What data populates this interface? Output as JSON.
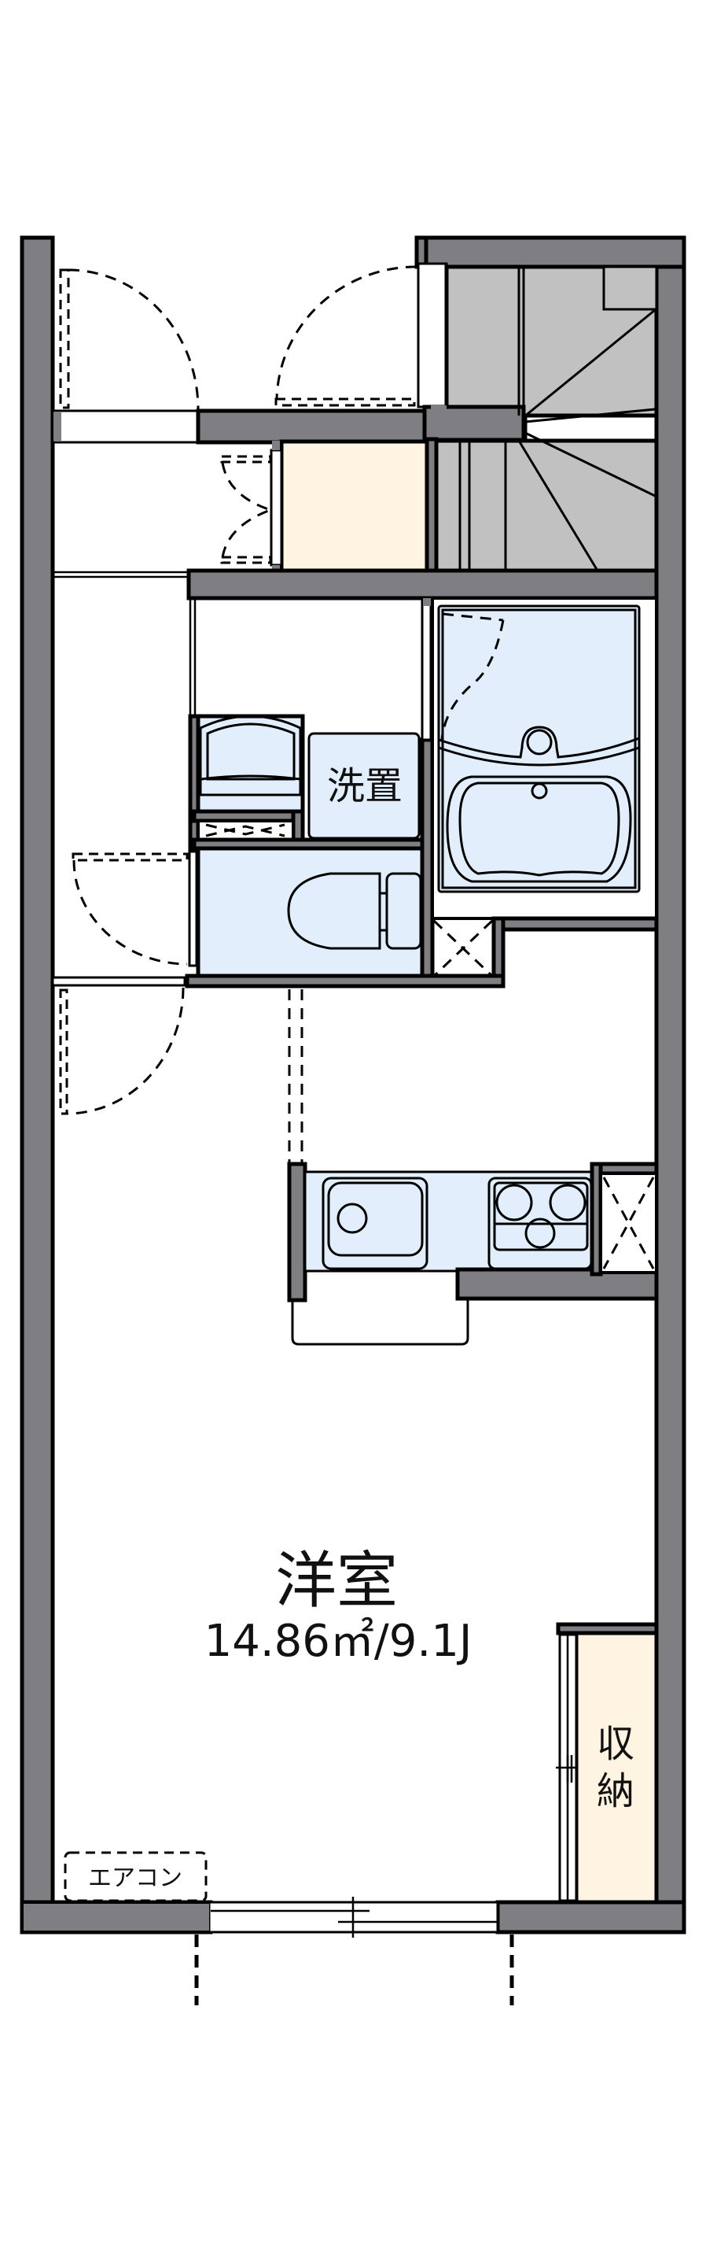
{
  "floorplan": {
    "title": "Apartment floor plan (1K)",
    "colors": {
      "wall": "#7f7e83",
      "stairs": "#c1c1c1",
      "storage": "#fff4e1",
      "wet_area": "#e3eefc",
      "floor": "#ffffff"
    },
    "rooms": {
      "main_room": {
        "label": "洋室",
        "area": "14.86㎡/9.1J"
      },
      "washer_space": {
        "label": "洗置"
      },
      "closet": {
        "label_line1": "収",
        "label_line2": "納"
      }
    },
    "annotations": {
      "air_conditioner": "エアコン"
    },
    "fixtures": [
      "entrance-door",
      "stairs",
      "shoe-cabinet",
      "vanity",
      "washing-machine-space",
      "toilet",
      "unit-bath",
      "kitchen-sink",
      "stove-3-burner",
      "refrigerator-space",
      "closet",
      "sliding-window"
    ]
  }
}
